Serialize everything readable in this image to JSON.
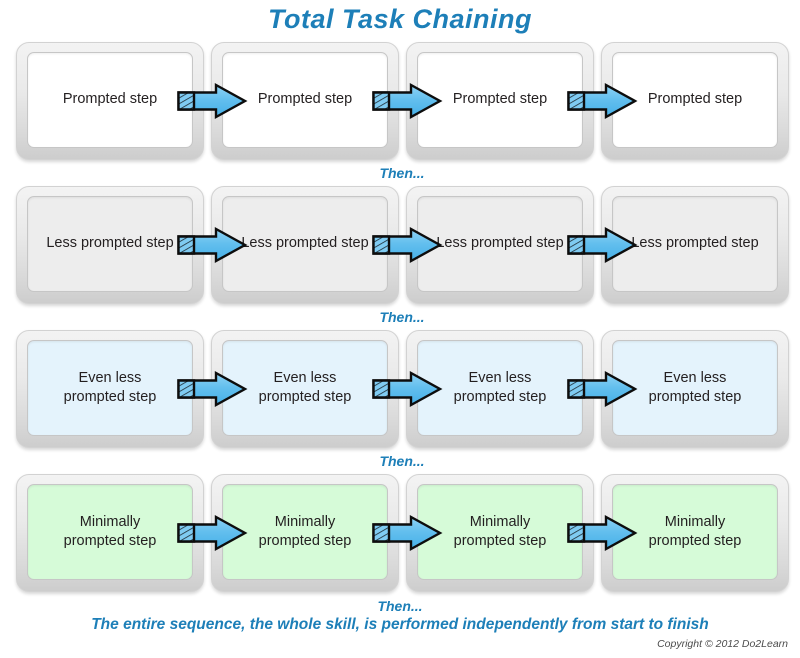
{
  "title": "Total Task Chaining",
  "colors": {
    "accent_blue": "#1d7fb8",
    "arrow_blue": "#6cc3f0",
    "row_white": "#ffffff",
    "row_gray": "#ededed",
    "row_blue": "#e4f3fc",
    "row_green": "#d6fbd8",
    "frame_gray": "#e9e9e9"
  },
  "separator_label": "Then...",
  "rows": [
    {
      "tint": "tint-white",
      "fill": "#ffffff",
      "steps": [
        {
          "label": "Prompted step"
        },
        {
          "label": "Prompted step"
        },
        {
          "label": "Prompted step"
        },
        {
          "label": "Prompted step"
        }
      ],
      "arrows": [
        {
          "name": "arrow-row1-1"
        },
        {
          "name": "arrow-row1-2"
        },
        {
          "name": "arrow-row1-3"
        }
      ]
    },
    {
      "tint": "tint-gray",
      "fill": "#ededed",
      "steps": [
        {
          "label": "Less prompted step"
        },
        {
          "label": "Less prompted step"
        },
        {
          "label": "Less prompted step"
        },
        {
          "label": "Less prompted step"
        }
      ],
      "arrows": [
        {
          "name": "arrow-row2-1"
        },
        {
          "name": "arrow-row2-2"
        },
        {
          "name": "arrow-row2-3"
        }
      ]
    },
    {
      "tint": "tint-blue",
      "fill": "#e4f3fc",
      "steps": [
        {
          "label": "Even less\nprompted step"
        },
        {
          "label": "Even less\nprompted step"
        },
        {
          "label": "Even less\nprompted step"
        },
        {
          "label": "Even less\nprompted step"
        }
      ],
      "arrows": [
        {
          "name": "arrow-row3-1"
        },
        {
          "name": "arrow-row3-2"
        },
        {
          "name": "arrow-row3-3"
        }
      ]
    },
    {
      "tint": "tint-green",
      "fill": "#d6fbd8",
      "steps": [
        {
          "label": "Minimally\nprompted step"
        },
        {
          "label": "Minimally\nprompted step"
        },
        {
          "label": "Minimally\nprompted step"
        },
        {
          "label": "Minimally\nprompted step"
        }
      ],
      "arrows": [
        {
          "name": "arrow-row4-1"
        },
        {
          "name": "arrow-row4-2"
        },
        {
          "name": "arrow-row4-3"
        }
      ]
    }
  ],
  "separators": [
    {
      "label": "Then..."
    },
    {
      "label": "Then..."
    },
    {
      "label": "Then..."
    }
  ],
  "footer": {
    "then": "Then...",
    "caption": "The entire sequence, the whole skill, is performed independently from start to finish"
  },
  "copyright": "Copyright © 2012 Do2Learn"
}
